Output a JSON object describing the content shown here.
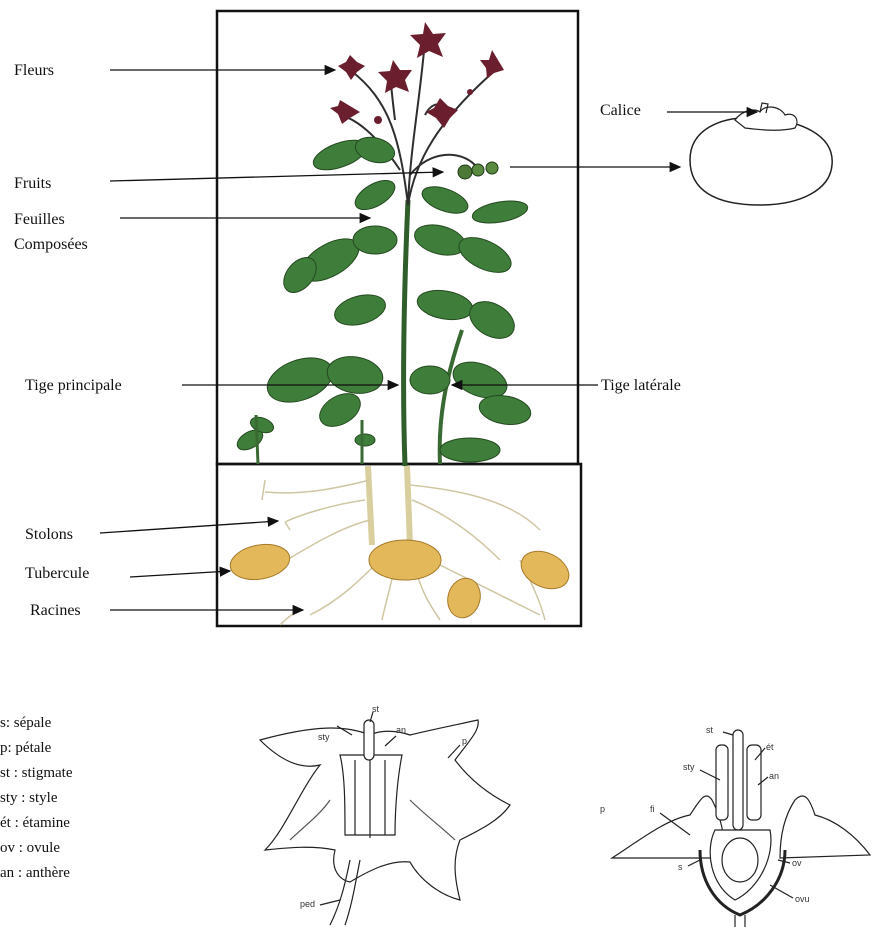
{
  "plant_labels": {
    "fleurs": "Fleurs",
    "fruits": "Fruits",
    "feuilles_1": "Feuilles",
    "feuilles_2": "Composées",
    "tige_principale": "Tige principale",
    "tige_laterale": "Tige latérale",
    "stolons": "Stolons",
    "tubercule": "Tubercule",
    "racines": "Racines",
    "calice": "Calice"
  },
  "legend": [
    "s: sépale",
    "p: pétale",
    "st : stigmate",
    "sty : style",
    "ét : étamine",
    "ov : ovule",
    "an : anthère"
  ],
  "flower_left_labels": {
    "sty": "sty",
    "st": "st",
    "an": "an",
    "p": "p",
    "ped": "ped"
  },
  "flower_right_labels": {
    "st": "st",
    "et": "ét",
    "sty": "sty",
    "an": "an",
    "fi": "fi",
    "p": "p",
    "s": "s",
    "ov": "ov",
    "ovu": "ovu"
  },
  "colors": {
    "flower": "#6b1f2e",
    "leaf": "#3f7d3a",
    "leaf_dark": "#2c5a28",
    "tuber": "#e3b85a",
    "root": "#d8cfae"
  }
}
